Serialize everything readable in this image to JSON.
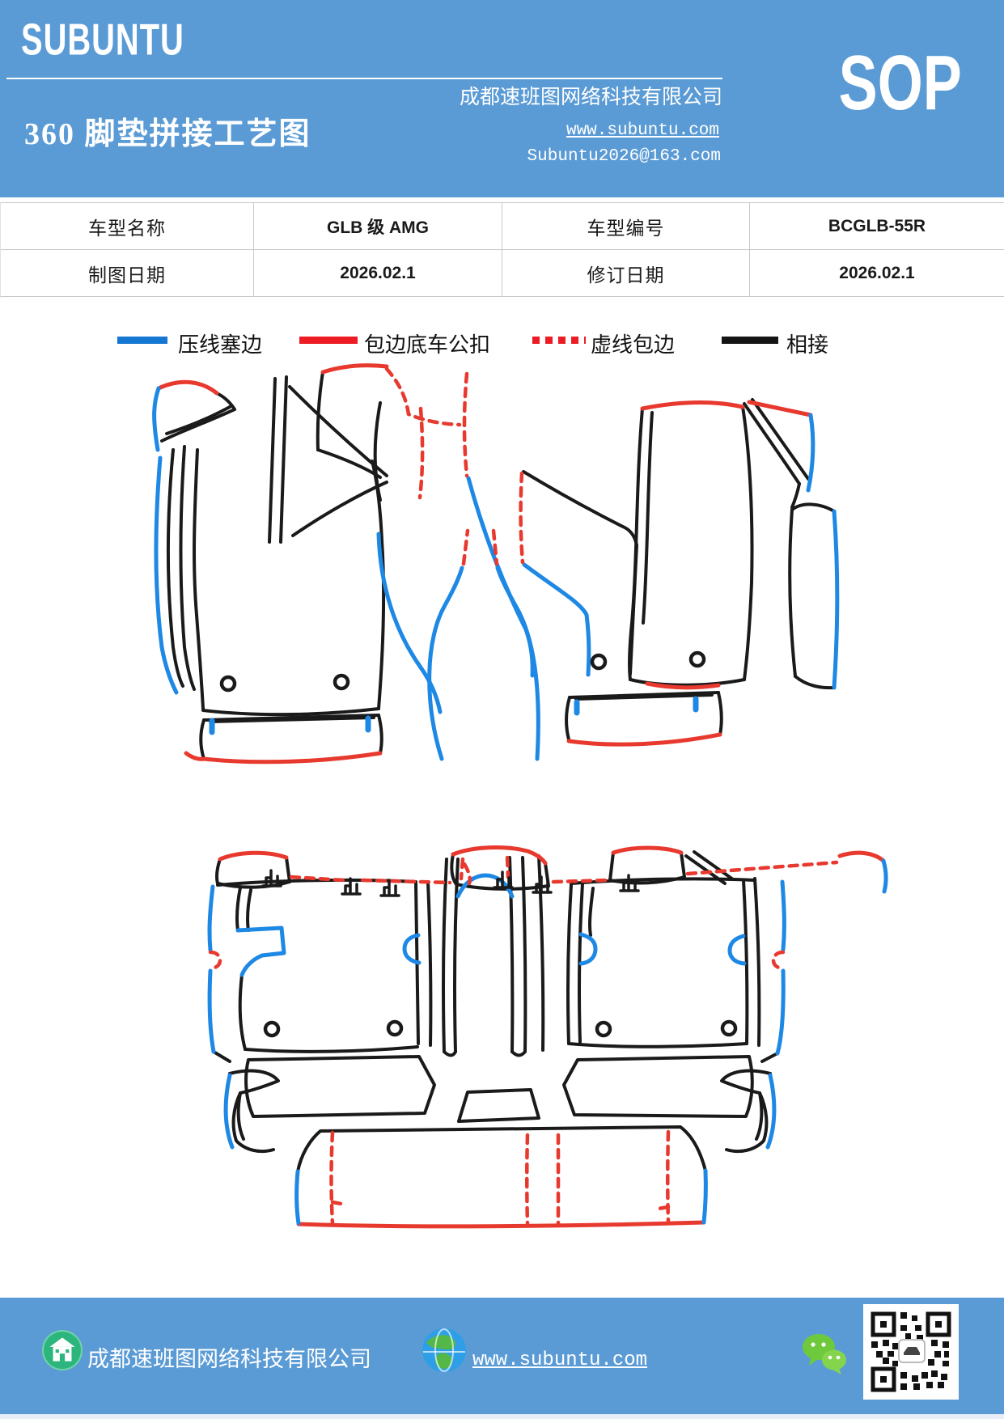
{
  "header": {
    "logo": "SUBUNTU",
    "company": "成都速班图网络科技有限公司",
    "title": "360 脚垫拼接工艺图",
    "badge": "SOP",
    "website": "www.subuntu.com",
    "email": "Subuntu2026@163.com",
    "accent_color": "#5B9BD5"
  },
  "info_table": {
    "rows": [
      [
        "车型名称",
        "GLB 级 AMG",
        "车型编号",
        "BCGLB-55R"
      ],
      [
        "制图日期",
        "2026.02.1",
        "修订日期",
        "2026.02.1"
      ]
    ]
  },
  "legend": {
    "items": [
      {
        "label": "压线塞边",
        "color": "#1577d2",
        "line_style": "solid"
      },
      {
        "label": "包边底车公扣",
        "color": "#ed1c24",
        "line_style": "solid"
      },
      {
        "label": "虚线包边",
        "color": "#ed1c24",
        "line_style": "dashed"
      },
      {
        "label": "相接",
        "color": "#141414",
        "line_style": "solid"
      }
    ]
  },
  "diagram": {
    "stroke_colors": {
      "press_edge_blue": "#1e88e5",
      "binding_red": "#e8392f",
      "join_black": "#1a1a1a"
    },
    "front_grommets": 4,
    "rear_grommets": 4
  },
  "footer": {
    "company": "成都速班图网络科技有限公司",
    "website": "www.subuntu.com",
    "bar_color": "#5B9BD5"
  }
}
